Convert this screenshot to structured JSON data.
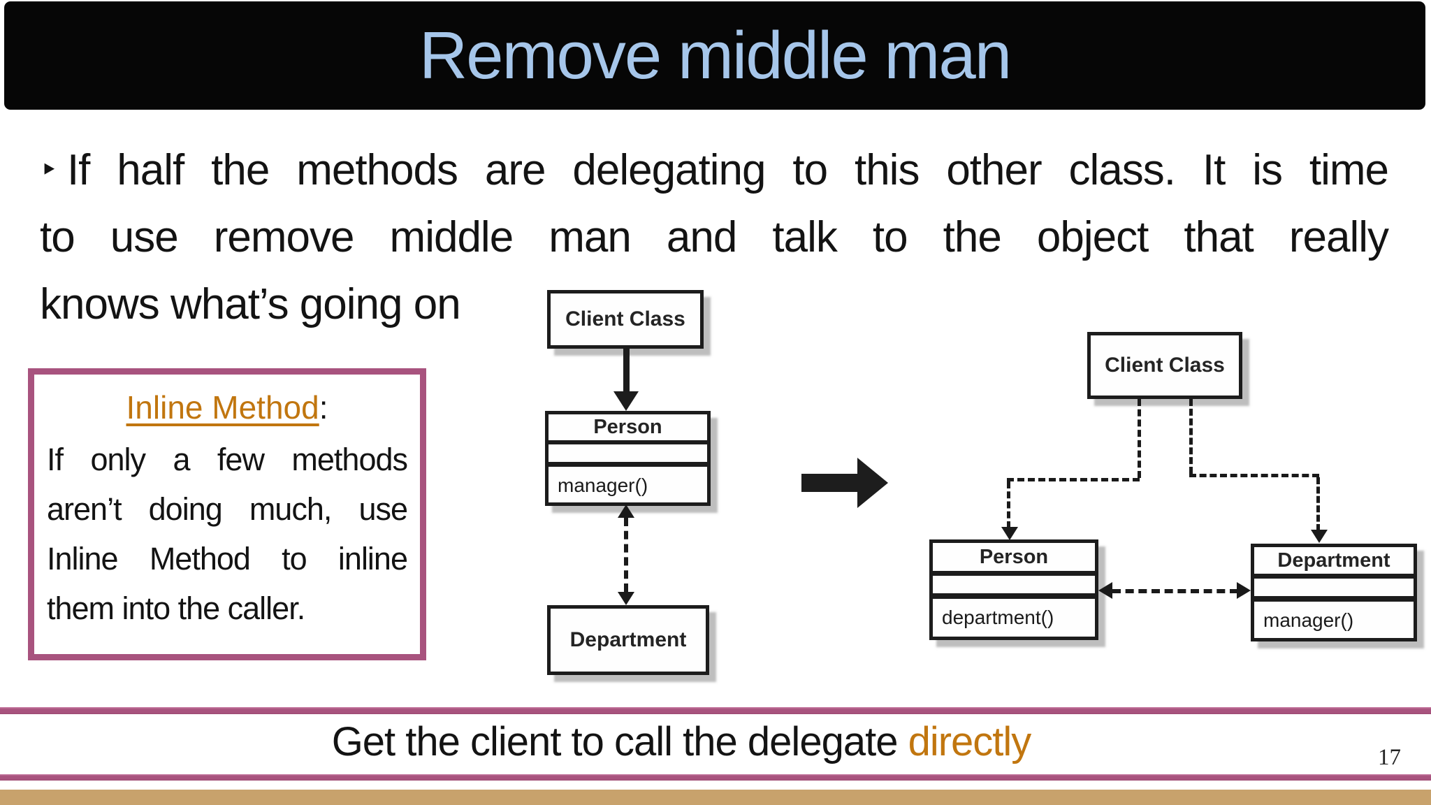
{
  "slide": {
    "title": "Remove middle man",
    "page_number": "17"
  },
  "bullet_paragraph": {
    "bullet_glyph": "‣",
    "lines": [
      "If half the methods are delegating to this other class. It is time",
      "to use remove middle man and talk to the object that really",
      "knows what’s going on"
    ]
  },
  "inline_method_box": {
    "heading": "Inline Method",
    "heading_colon": ":",
    "lines": [
      "If only a few methods",
      "aren’t doing much, use",
      "Inline Method to inline",
      "them into the caller."
    ]
  },
  "diagram_before": {
    "client_class_label": "Client Class",
    "person_title": "Person",
    "person_method": "manager()",
    "department_title": "Department"
  },
  "diagram_after": {
    "client_class_label": "Client Class",
    "person_title": "Person",
    "person_method": "department()",
    "department_title": "Department",
    "department_method": "manager()"
  },
  "footer": {
    "caption_text": "Get the client to call the delegate",
    "caption_highlight": "directly"
  },
  "colors": {
    "title_text": "#a6c6ea",
    "accent_orange": "#c1760f",
    "stripe_mauve": "#a8537e",
    "band_tan": "#c8a26c",
    "inline_box_border": "#a8537e"
  }
}
